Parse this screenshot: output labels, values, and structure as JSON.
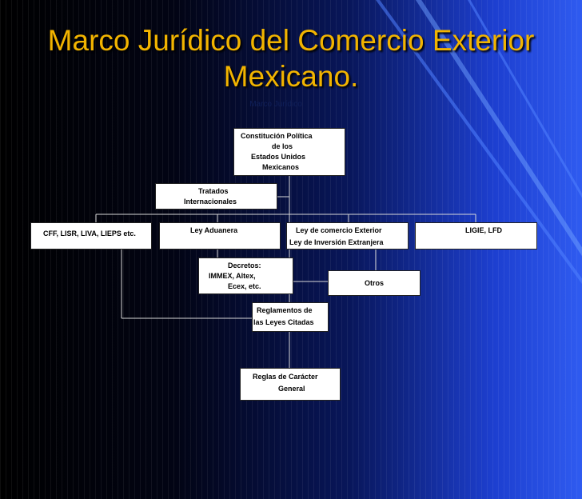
{
  "slide": {
    "title_line1": "Marco Jurídico del Comercio Exterior",
    "title_line2": "Mexicano.",
    "subtitle": "Marco Jurídico"
  },
  "colors": {
    "title": "#f2b400",
    "background_dark": "#000000",
    "background_light": "#2f5bf0",
    "box_fill": "#ffffff"
  },
  "nodes": {
    "constitucion": [
      "Constitución Política",
      "de los",
      "Estados Unidos",
      "Mexicanos"
    ],
    "tratados": [
      "Tratados",
      "Internacionales"
    ],
    "cff": [
      "CFF, LISR, LIVA, LIEPS etc."
    ],
    "ley_aduanera": [
      "Ley Aduanera"
    ],
    "ley_comercio": [
      "Ley de comercio Exterior",
      "Ley de Inversión Extranjera"
    ],
    "ligie": [
      "LIGIE, LFD"
    ],
    "decretos": [
      "Decretos:",
      "IMMEX, Altex,",
      "Ecex, etc."
    ],
    "otros": [
      "Otros"
    ],
    "reglamentos": [
      "Reglamentos de",
      "las Leyes Citadas"
    ],
    "reglas": [
      "Reglas de Carácter",
      "General"
    ]
  }
}
